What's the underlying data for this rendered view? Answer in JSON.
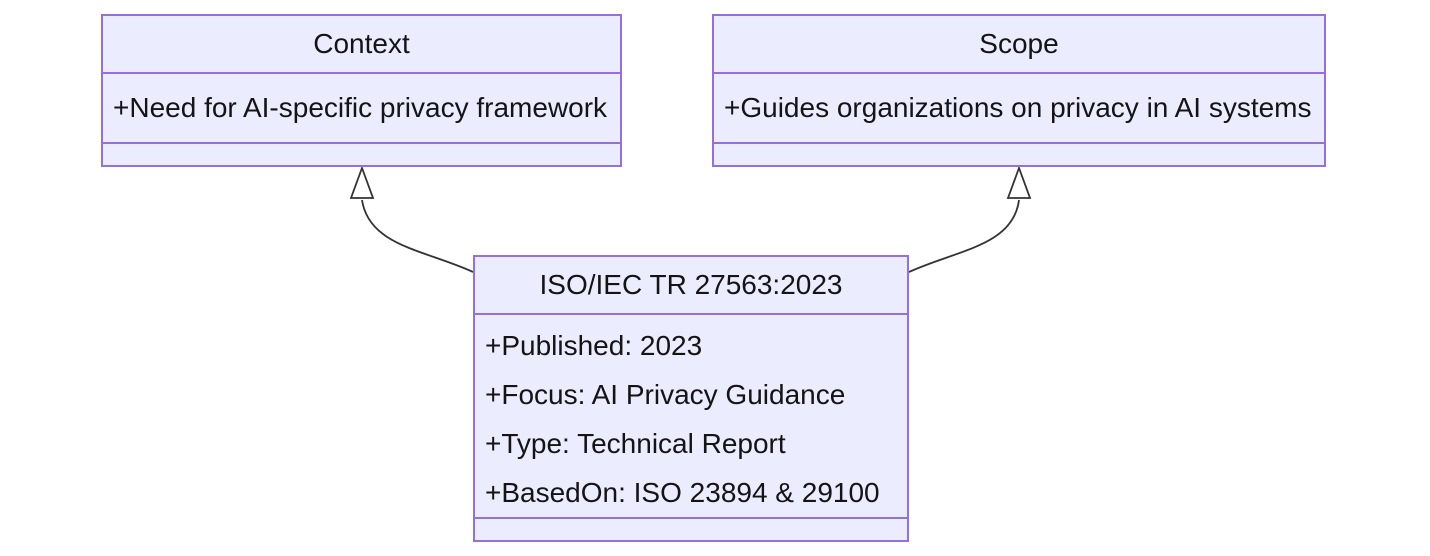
{
  "diagram": {
    "type": "uml-class-diagram",
    "description": "Class diagram of ISO/IEC TR 27563:2023 inheriting from Context and Scope"
  },
  "colors": {
    "fill": "#ECECFF",
    "border": "#9370DB",
    "edge": "#333333",
    "text": "#141414",
    "canvas": "#FFFFFF"
  },
  "classes": {
    "context": {
      "title": "Context",
      "attributes": [
        "+Need for AI-specific privacy framework"
      ]
    },
    "scope": {
      "title": "Scope",
      "attributes": [
        "+Guides organizations on privacy in AI systems"
      ]
    },
    "standard": {
      "title": "ISO/IEC TR 27563:2023",
      "attributes": [
        "+Published: 2023",
        "+Focus: AI Privacy Guidance",
        "+Type: Technical Report",
        "+BasedOn: ISO 23894 & 29100"
      ]
    }
  },
  "relations": [
    {
      "from": "ISO/IEC TR 27563:2023",
      "to": "Context",
      "type": "inheritance"
    },
    {
      "from": "ISO/IEC TR 27563:2023",
      "to": "Scope",
      "type": "inheritance"
    }
  ]
}
